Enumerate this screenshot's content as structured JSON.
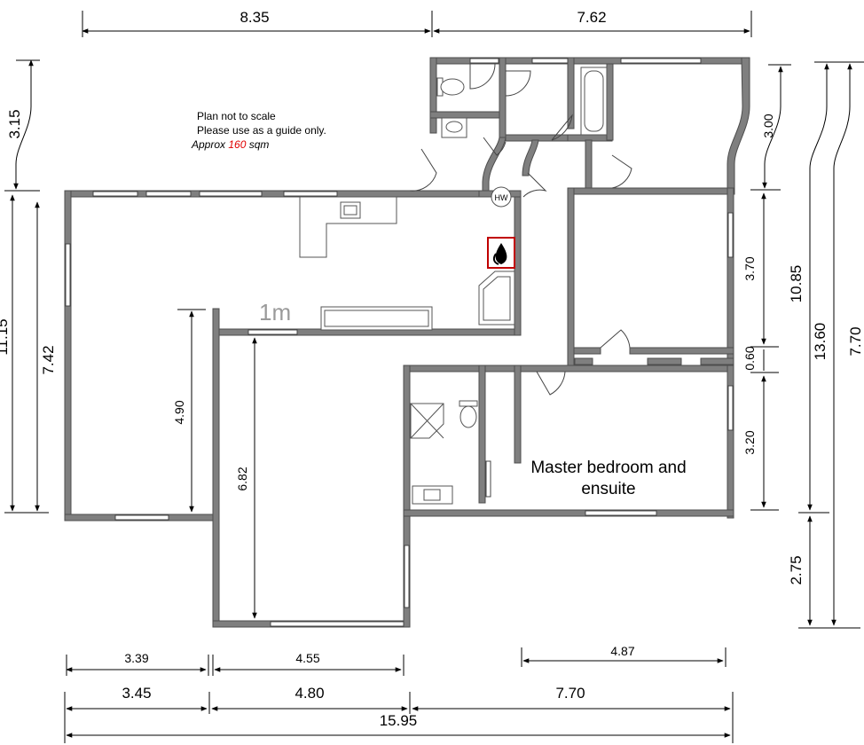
{
  "notes": {
    "line1": "Plan not to scale",
    "line2": "Please use as a guide only.",
    "area_prefix": "Approx ",
    "area_value": "160",
    "area_suffix": " sqm",
    "area_color": "#e00000"
  },
  "scale_label": "1m",
  "rooms": {
    "master_line1": "Master bedroom and",
    "master_line2": "ensuite"
  },
  "fixtures": {
    "hot_water": "HW"
  },
  "dimensions": {
    "top_left": "8.35",
    "top_right": "7.62",
    "left_upper": "3.15",
    "left_mid": "7.42",
    "left_mid_partial": "11.15",
    "living_width": "4.90",
    "living_depth": "6.82",
    "right_upper": "3.00",
    "right_bed": "3.70",
    "right_hall": "0.60",
    "right_master": "3.20",
    "right_total_a": "10.85",
    "right_total_b": "13.60",
    "right_total_c": "7.70",
    "right_lower": "2.75",
    "bottom_inner_1": "3.39",
    "bottom_inner_2": "4.55",
    "bottom_inner_3": "4.87",
    "bottom_outer_1": "3.45",
    "bottom_outer_2": "4.80",
    "bottom_outer_3": "7.70",
    "bottom_total": "15.95"
  },
  "colors": {
    "wall": "#7f7f7f",
    "fireplace_border": "#c00000"
  }
}
